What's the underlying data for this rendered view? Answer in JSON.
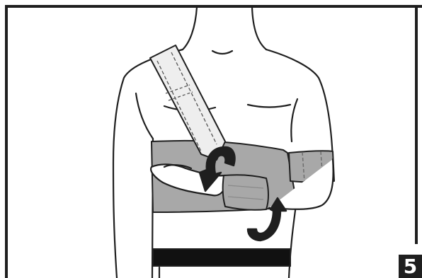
{
  "step": {
    "number": "5"
  },
  "colors": {
    "outline": "#1f1f1f",
    "skin": "#ffffff",
    "strap": "#eeeeee",
    "wrap_band": "#a8a8a8",
    "waist_band": "#111111",
    "badge_bg": "#1f1f1f",
    "badge_text": "#ffffff"
  },
  "arrows": [
    {
      "name": "curve-down-arrow-icon",
      "direction": "down"
    },
    {
      "name": "curve-up-arrow-icon",
      "direction": "up"
    }
  ]
}
